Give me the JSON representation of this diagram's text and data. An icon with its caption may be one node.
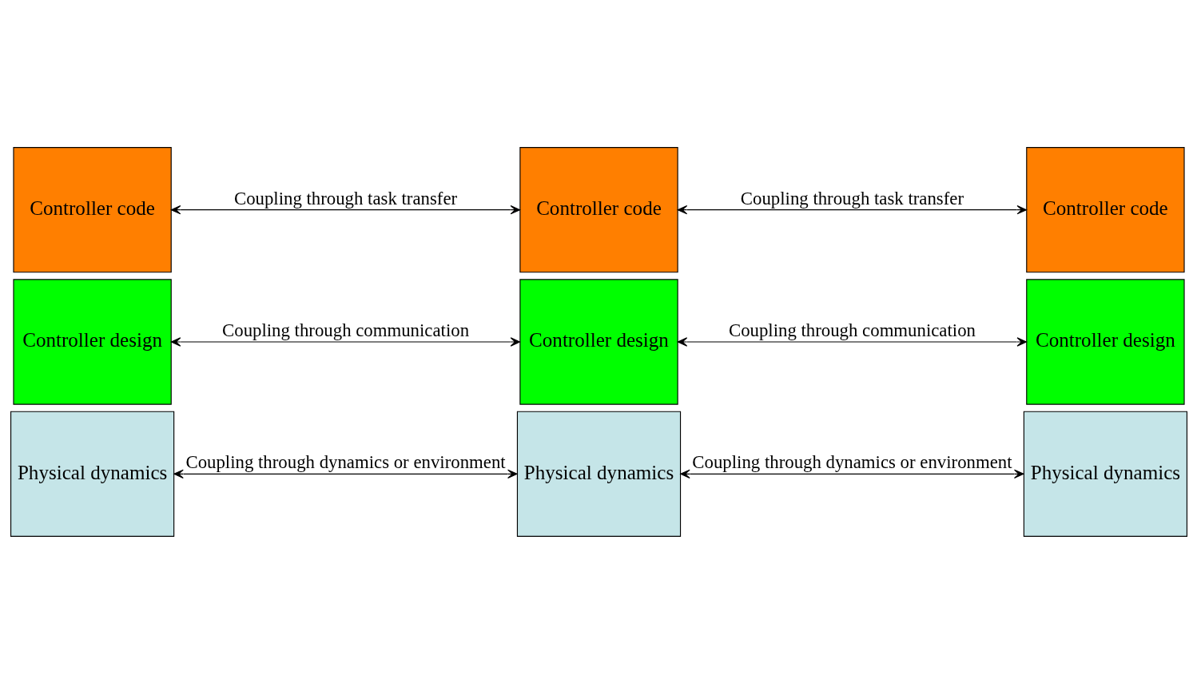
{
  "diagram": {
    "nodes": [
      {
        "text": [
          "Controller code"
        ]
      },
      {
        "text": [
          "Controller code"
        ]
      },
      {
        "text": [
          "Controller code"
        ]
      },
      {
        "text": [
          "Controller design"
        ]
      },
      {
        "text": [
          "Controller design"
        ]
      },
      {
        "text": [
          "Controller design"
        ]
      },
      {
        "text": [
          "Physical dynamics"
        ]
      },
      {
        "text": [
          "Physical dynamics"
        ]
      },
      {
        "text": [
          "Physical dynamics"
        ]
      }
    ],
    "edges": [
      {
        "from": 0,
        "to": 1,
        "arrow": "both",
        "label": "Coupling through task transfer"
      },
      {
        "from": 1,
        "to": 2,
        "arrow": "both",
        "label": "Coupling through task transfer"
      },
      {
        "from": 3,
        "to": 4,
        "arrow": "both",
        "label": "Coupling through communication"
      },
      {
        "from": 4,
        "to": 5,
        "arrow": "both",
        "label": "Coupling through communication"
      },
      {
        "from": 6,
        "to": 7,
        "arrow": "both",
        "label": "Coupling through dynamics or environment"
      },
      {
        "from": 7,
        "to": 8,
        "arrow": "both",
        "label": "Coupling through dynamics or environment"
      }
    ]
  }
}
